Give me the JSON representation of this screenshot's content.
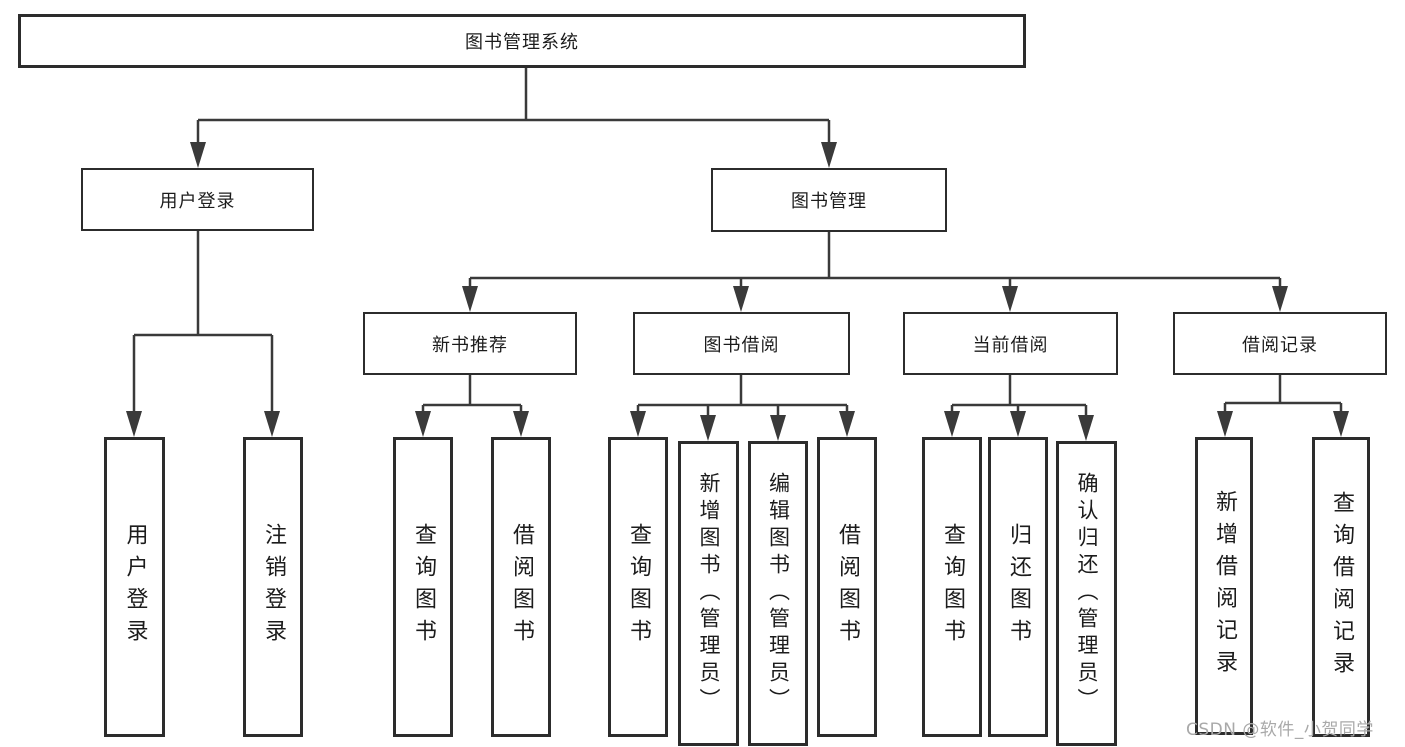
{
  "diagram_title": "图书管理系统",
  "colors": {
    "line": "#3a3a3a",
    "box_border": "#2c2c2c",
    "text": "#1c1c1c",
    "watermark_gray": "#a9a9a9",
    "background": "#ffffff"
  },
  "tree": {
    "label": "图书管理系统",
    "children": [
      {
        "label": "用户登录",
        "children": [
          "用户登录",
          "注销登录"
        ]
      },
      {
        "label": "图书管理",
        "children": [
          {
            "label": "新书推荐",
            "children": [
              "查询图书",
              "借阅图书"
            ]
          },
          {
            "label": "图书借阅",
            "children": [
              "查询图书",
              "新增图书（管理员）",
              "编辑图书（管理员）",
              "借阅图书"
            ]
          },
          {
            "label": "当前借阅",
            "children": [
              "查询图书",
              "归还图书",
              "确认归还（管理员）"
            ]
          },
          {
            "label": "借阅记录",
            "children": [
              "新增借阅记录",
              "查询借阅记录"
            ]
          }
        ]
      }
    ]
  },
  "watermark": {
    "text": "CSDN @软件_小贺同学"
  }
}
